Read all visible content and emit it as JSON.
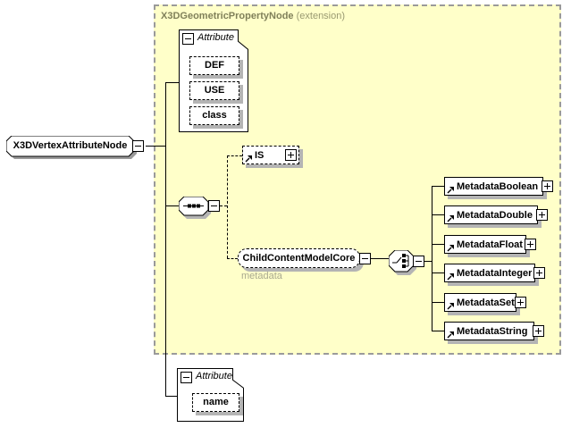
{
  "root_element": {
    "label": "X3DVertexAttributeNode"
  },
  "extension_box": {
    "title": "X3DGeometricPropertyNode",
    "subtitle": "(extension)"
  },
  "attribute_group_top": {
    "label": "Attribute",
    "items": [
      "DEF",
      "USE",
      "class"
    ]
  },
  "model_group_sequence": {
    "type": "sequence"
  },
  "is_ref": {
    "label": "IS"
  },
  "child_content_model": {
    "label": "ChildContentModelCore",
    "annotation": "metadata"
  },
  "model_group_choice": {
    "type": "choice"
  },
  "metadata_refs": [
    "MetadataBoolean",
    "MetadataDouble",
    "MetadataFloat",
    "MetadataInteger",
    "MetadataSet",
    "MetadataString"
  ],
  "attribute_group_bottom": {
    "label": "Attribute",
    "items": [
      "name"
    ]
  },
  "colors": {
    "extension_fill": "#FFFFC9",
    "extension_border": "#9A9A9A",
    "extension_title_text": "#80805A",
    "annotation_text": "#A9A98F",
    "box_shadow": "#B4B4B4"
  }
}
